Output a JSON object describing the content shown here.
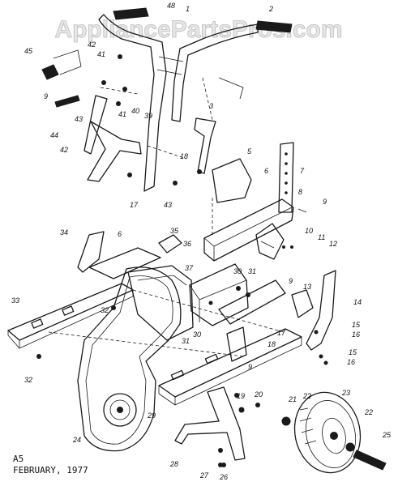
{
  "watermark": "AppliancePartsPros.com",
  "caption": {
    "line1": "A5",
    "line2": "FEBRUARY, 1977"
  },
  "callouts": [
    {
      "id": "c1",
      "text": "1"
    },
    {
      "id": "c2",
      "text": "2"
    },
    {
      "id": "c3",
      "text": "3"
    },
    {
      "id": "c5",
      "text": "5"
    },
    {
      "id": "c6a",
      "text": "6"
    },
    {
      "id": "c6b",
      "text": "6"
    },
    {
      "id": "c7",
      "text": "7"
    },
    {
      "id": "c8",
      "text": "8"
    },
    {
      "id": "c9a",
      "text": "9"
    },
    {
      "id": "c9b",
      "text": "9"
    },
    {
      "id": "c9c",
      "text": "9"
    },
    {
      "id": "c9d",
      "text": "9"
    },
    {
      "id": "c10",
      "text": "10"
    },
    {
      "id": "c11",
      "text": "11"
    },
    {
      "id": "c12",
      "text": "12"
    },
    {
      "id": "c13",
      "text": "13"
    },
    {
      "id": "c14",
      "text": "14"
    },
    {
      "id": "c15a",
      "text": "15"
    },
    {
      "id": "c15b",
      "text": "15"
    },
    {
      "id": "c16a",
      "text": "16"
    },
    {
      "id": "c16b",
      "text": "16"
    },
    {
      "id": "c17a",
      "text": "17"
    },
    {
      "id": "c17b",
      "text": "17"
    },
    {
      "id": "c18a",
      "text": "18"
    },
    {
      "id": "c18b",
      "text": "18"
    },
    {
      "id": "c19",
      "text": "19"
    },
    {
      "id": "c20",
      "text": "20"
    },
    {
      "id": "c21",
      "text": "21"
    },
    {
      "id": "c22a",
      "text": "22"
    },
    {
      "id": "c22b",
      "text": "22"
    },
    {
      "id": "c23",
      "text": "23"
    },
    {
      "id": "c24",
      "text": "24"
    },
    {
      "id": "c25",
      "text": "25"
    },
    {
      "id": "c26",
      "text": "26"
    },
    {
      "id": "c27",
      "text": "27"
    },
    {
      "id": "c28",
      "text": "28"
    },
    {
      "id": "c29",
      "text": "29"
    },
    {
      "id": "c30a",
      "text": "30"
    },
    {
      "id": "c30b",
      "text": "30"
    },
    {
      "id": "c31a",
      "text": "31"
    },
    {
      "id": "c31b",
      "text": "31"
    },
    {
      "id": "c32a",
      "text": "32"
    },
    {
      "id": "c32b",
      "text": "32"
    },
    {
      "id": "c33",
      "text": "33"
    },
    {
      "id": "c34",
      "text": "34"
    },
    {
      "id": "c35",
      "text": "35"
    },
    {
      "id": "c36",
      "text": "36"
    },
    {
      "id": "c37",
      "text": "37"
    },
    {
      "id": "c39",
      "text": "39"
    },
    {
      "id": "c40",
      "text": "40"
    },
    {
      "id": "c41a",
      "text": "41"
    },
    {
      "id": "c41b",
      "text": "41"
    },
    {
      "id": "c42a",
      "text": "42"
    },
    {
      "id": "c42b",
      "text": "42"
    },
    {
      "id": "c43a",
      "text": "43"
    },
    {
      "id": "c43b",
      "text": "43"
    },
    {
      "id": "c44",
      "text": "44"
    },
    {
      "id": "c45",
      "text": "45"
    },
    {
      "id": "c48",
      "text": "48"
    }
  ]
}
